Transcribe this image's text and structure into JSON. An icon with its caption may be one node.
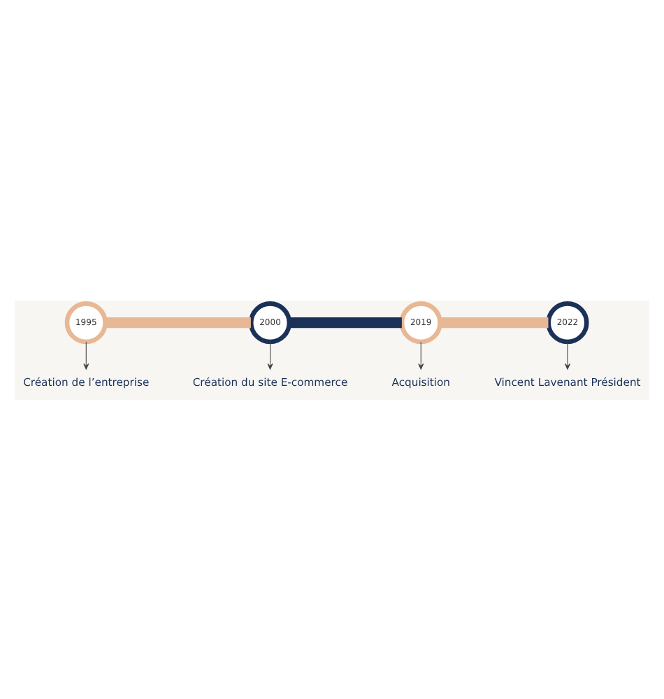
{
  "diagram": {
    "nodes": [
      {
        "text": [
          "Création du site E-commerce"
        ]
      },
      {
        "text": [
          "Vincent Lavenant Président"
        ]
      },
      {
        "text": [
          "1995"
        ]
      },
      {
        "text": [
          "2000"
        ]
      },
      {
        "text": [
          "2019"
        ]
      },
      {
        "text": [
          "2022"
        ]
      },
      {
        "text": [
          "Création de l’entreprise"
        ]
      },
      {
        "text": [
          "Acquisition"
        ]
      }
    ],
    "edges": [
      {
        "from": 2,
        "to": 3,
        "arrow": "none",
        "style": "thick",
        "color": "#e8b793"
      },
      {
        "from": 3,
        "to": 4,
        "arrow": "none",
        "style": "thick",
        "color": "#1b3158"
      },
      {
        "from": 4,
        "to": 5,
        "arrow": "none",
        "style": "thick",
        "color": "#e8b793"
      },
      {
        "from": 2,
        "to": 6,
        "arrow": "to"
      },
      {
        "from": 3,
        "to": 0,
        "arrow": "to"
      },
      {
        "from": 4,
        "to": 7,
        "arrow": "to"
      },
      {
        "from": 5,
        "to": 1,
        "arrow": "to"
      }
    ]
  }
}
